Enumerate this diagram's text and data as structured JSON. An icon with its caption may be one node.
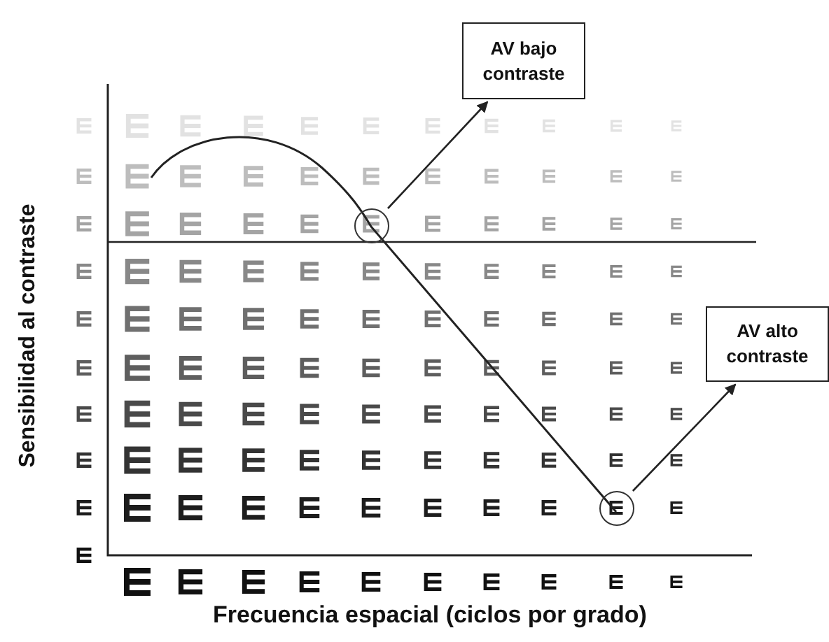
{
  "diagram": {
    "nodes": [
      {
        "text": [
          "AV bajo contraste"
        ]
      },
      {
        "text": [
          "AV alto contraste"
        ]
      },
      {
        "text": [],
        "shape": "circle"
      },
      {
        "text": [],
        "shape": "circle"
      }
    ],
    "edges": [
      {
        "from": 2,
        "to": 0,
        "arrow": "to"
      },
      {
        "from": 3,
        "to": 1,
        "arrow": "to"
      }
    ],
    "labels": [
      "Sensibilidad al contraste",
      "Frecuencia espacial (ciclos por grado)"
    ]
  }
}
